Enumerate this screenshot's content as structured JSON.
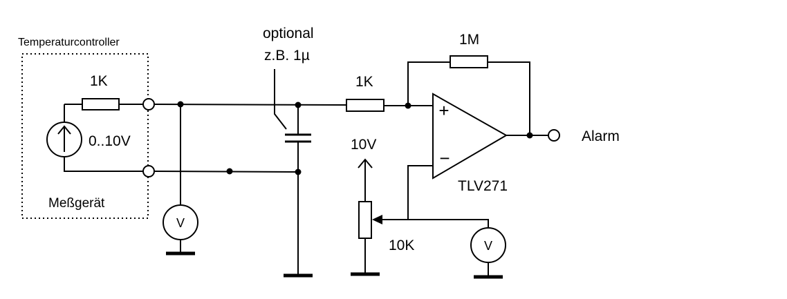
{
  "labels": {
    "controller_title": "Temperaturcontroller",
    "meter_label": "Meßgerät",
    "source_range": "0..10V",
    "resistor_input": "1K",
    "capacitor_note_line1": "optional",
    "capacitor_note_line2": "z.B. 1µ",
    "resistor_series": "1K",
    "resistor_feedback": "1M",
    "reference_voltage": "10V",
    "potentiometer": "10K",
    "opamp_model": "TLV271",
    "opamp_plus": "+",
    "opamp_minus": "−",
    "output_label": "Alarm",
    "voltmeter_symbol": "V",
    "voltmeter2_symbol": "V"
  }
}
